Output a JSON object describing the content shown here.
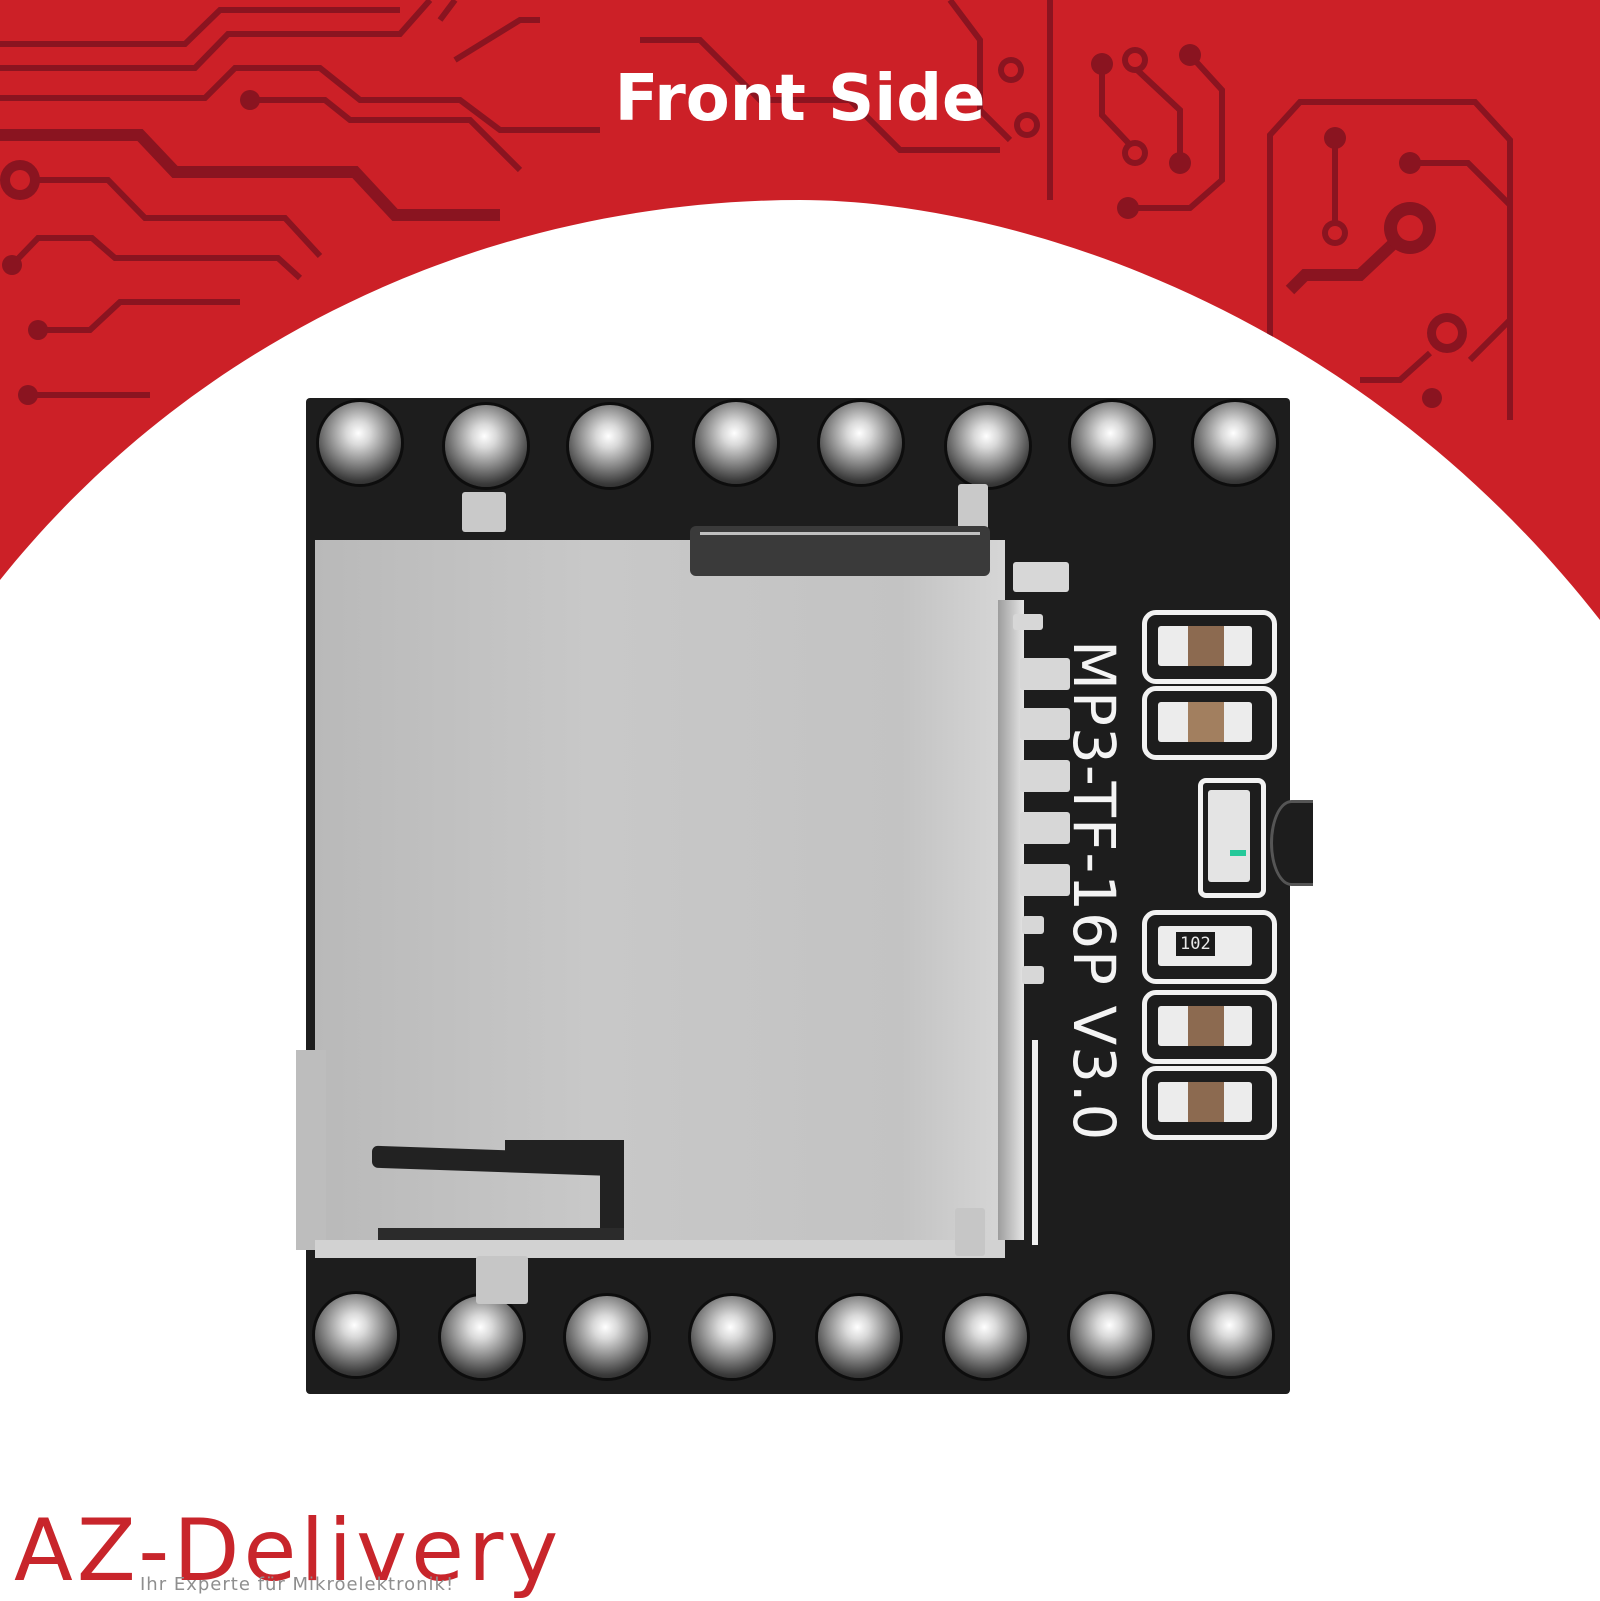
{
  "header": {
    "title": "Front Side",
    "background_color": "#cc2027",
    "trace_color": "#8a1420"
  },
  "product": {
    "silkscreen_label": "MP3-TF-16P V3.0",
    "resistor_marking": "102",
    "top_pin_count": 8,
    "bottom_pin_count": 8,
    "component_name": "microSD card slot"
  },
  "brand": {
    "logo_text": "AZ-Delivery",
    "tagline": "Ihr Experte für Mikroelektronik!",
    "logo_color": "#c8252b"
  }
}
